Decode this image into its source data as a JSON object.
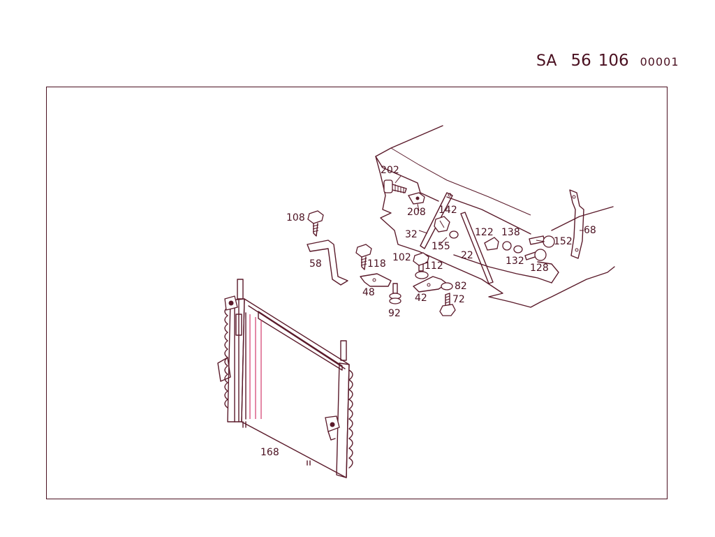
{
  "header": {
    "prefix": "SA",
    "group": "56",
    "number": "106",
    "sheet": "00001"
  },
  "labels": {
    "p202": "202",
    "p208": "208",
    "p142": "142",
    "p108": "108",
    "p32": "32",
    "p155": "155",
    "p122": "122",
    "p138": "138",
    "p152": "152",
    "p68": "68",
    "p58": "58",
    "p118": "118",
    "p102": "102",
    "p112": "112",
    "p22": "22",
    "p132": "132",
    "p128": "128",
    "p48": "48",
    "p82": "82",
    "p42": "42",
    "p72": "72",
    "p92": "92",
    "p168": "168"
  },
  "colors": {
    "line": "#5a1a2a",
    "text": "#4a1020",
    "accent": "#d23a6a"
  }
}
